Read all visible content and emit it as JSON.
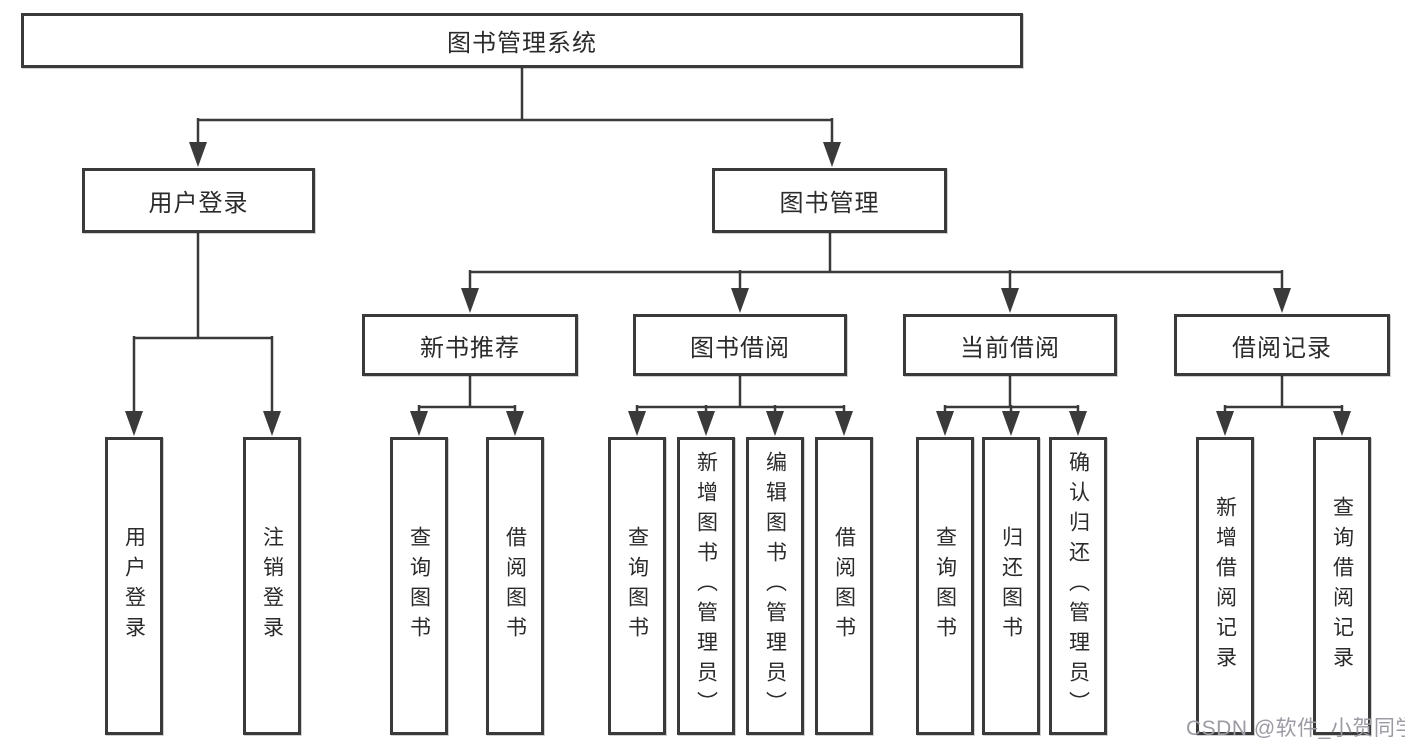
{
  "diagram": {
    "root": {
      "label": "图书管理系统"
    },
    "level2": [
      {
        "id": "user-login",
        "label": "用户登录"
      },
      {
        "id": "book-management",
        "label": "图书管理"
      }
    ],
    "level3": [
      {
        "id": "new-book-recommend",
        "label": "新书推荐",
        "parent": "book-management"
      },
      {
        "id": "book-borrowing",
        "label": "图书借阅",
        "parent": "book-management"
      },
      {
        "id": "current-borrowing",
        "label": "当前借阅",
        "parent": "book-management"
      },
      {
        "id": "borrowing-records",
        "label": "借阅记录",
        "parent": "book-management"
      }
    ],
    "leaves": [
      {
        "id": "user-login-action",
        "label": "用户登录",
        "parent": "user-login"
      },
      {
        "id": "logout-action",
        "label": "注销登录",
        "parent": "user-login"
      },
      {
        "id": "query-books-1",
        "label": "查询图书",
        "parent": "new-book-recommend"
      },
      {
        "id": "borrow-books-1",
        "label": "借阅图书",
        "parent": "new-book-recommend"
      },
      {
        "id": "query-books-2",
        "label": "查询图书",
        "parent": "book-borrowing"
      },
      {
        "id": "add-books-admin",
        "label": "新增图书（管理员）",
        "parent": "book-borrowing"
      },
      {
        "id": "edit-books-admin",
        "label": "编辑图书（管理员）",
        "parent": "book-borrowing"
      },
      {
        "id": "borrow-books-2",
        "label": "借阅图书",
        "parent": "book-borrowing"
      },
      {
        "id": "query-books-3",
        "label": "查询图书",
        "parent": "current-borrowing"
      },
      {
        "id": "return-books",
        "label": "归还图书",
        "parent": "current-borrowing"
      },
      {
        "id": "confirm-return-admin",
        "label": "确认归还（管理员）",
        "parent": "current-borrowing"
      },
      {
        "id": "add-borrow-record",
        "label": "新增借阅记录",
        "parent": "borrowing-records"
      },
      {
        "id": "query-borrow-record",
        "label": "查询借阅记录",
        "parent": "borrowing-records"
      }
    ],
    "colors": {
      "line": "#3a3a3a",
      "border": "#3a3a3a",
      "text": "#2b2b2b",
      "background": "#ffffff",
      "watermark": "#9b9ba4"
    }
  },
  "watermark": {
    "text": "CSDN @软件_小贺同学"
  }
}
